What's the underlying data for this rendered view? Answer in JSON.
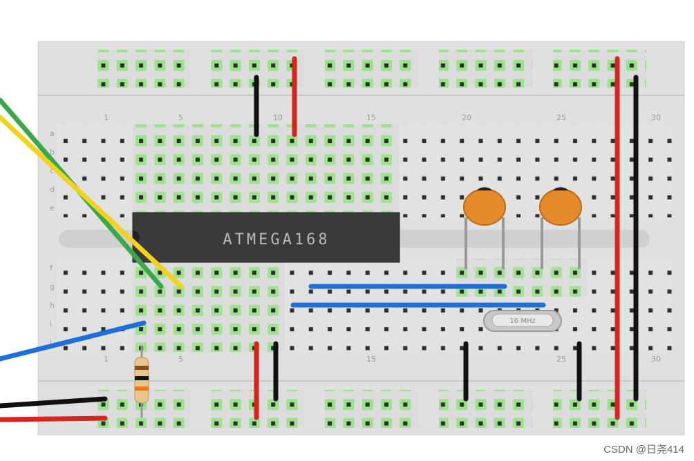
{
  "board": {
    "base_color": "#dcdcdc",
    "hole_color": "#2a2a2a",
    "active_hole_color": "#9be38a",
    "row_labels_top": [
      "a",
      "b",
      "c",
      "d",
      "e"
    ],
    "row_labels_bottom": [
      "f",
      "g",
      "h",
      "i",
      "j"
    ],
    "column_numbers": [
      "1",
      "5",
      "10",
      "15",
      "20",
      "25",
      "30"
    ]
  },
  "chip": {
    "label": "ATMEGA168",
    "body_color": "#3a3a3a",
    "label_color": "#b8b8b8"
  },
  "crystal": {
    "label": "16 MHz"
  },
  "capacitors": {
    "color": "#e48a2b",
    "count": 2
  },
  "resistor": {
    "body_color": "#e8c58a",
    "band_colors": [
      "#8a4a1a",
      "#111111",
      "#e87a1a"
    ]
  },
  "wire_colors": {
    "red": "#d8231f",
    "black": "#111111",
    "blue": "#1f6fd8",
    "green": "#3aa84a",
    "yellow": "#f2d21a"
  },
  "watermark": "CSDN @日尧414"
}
